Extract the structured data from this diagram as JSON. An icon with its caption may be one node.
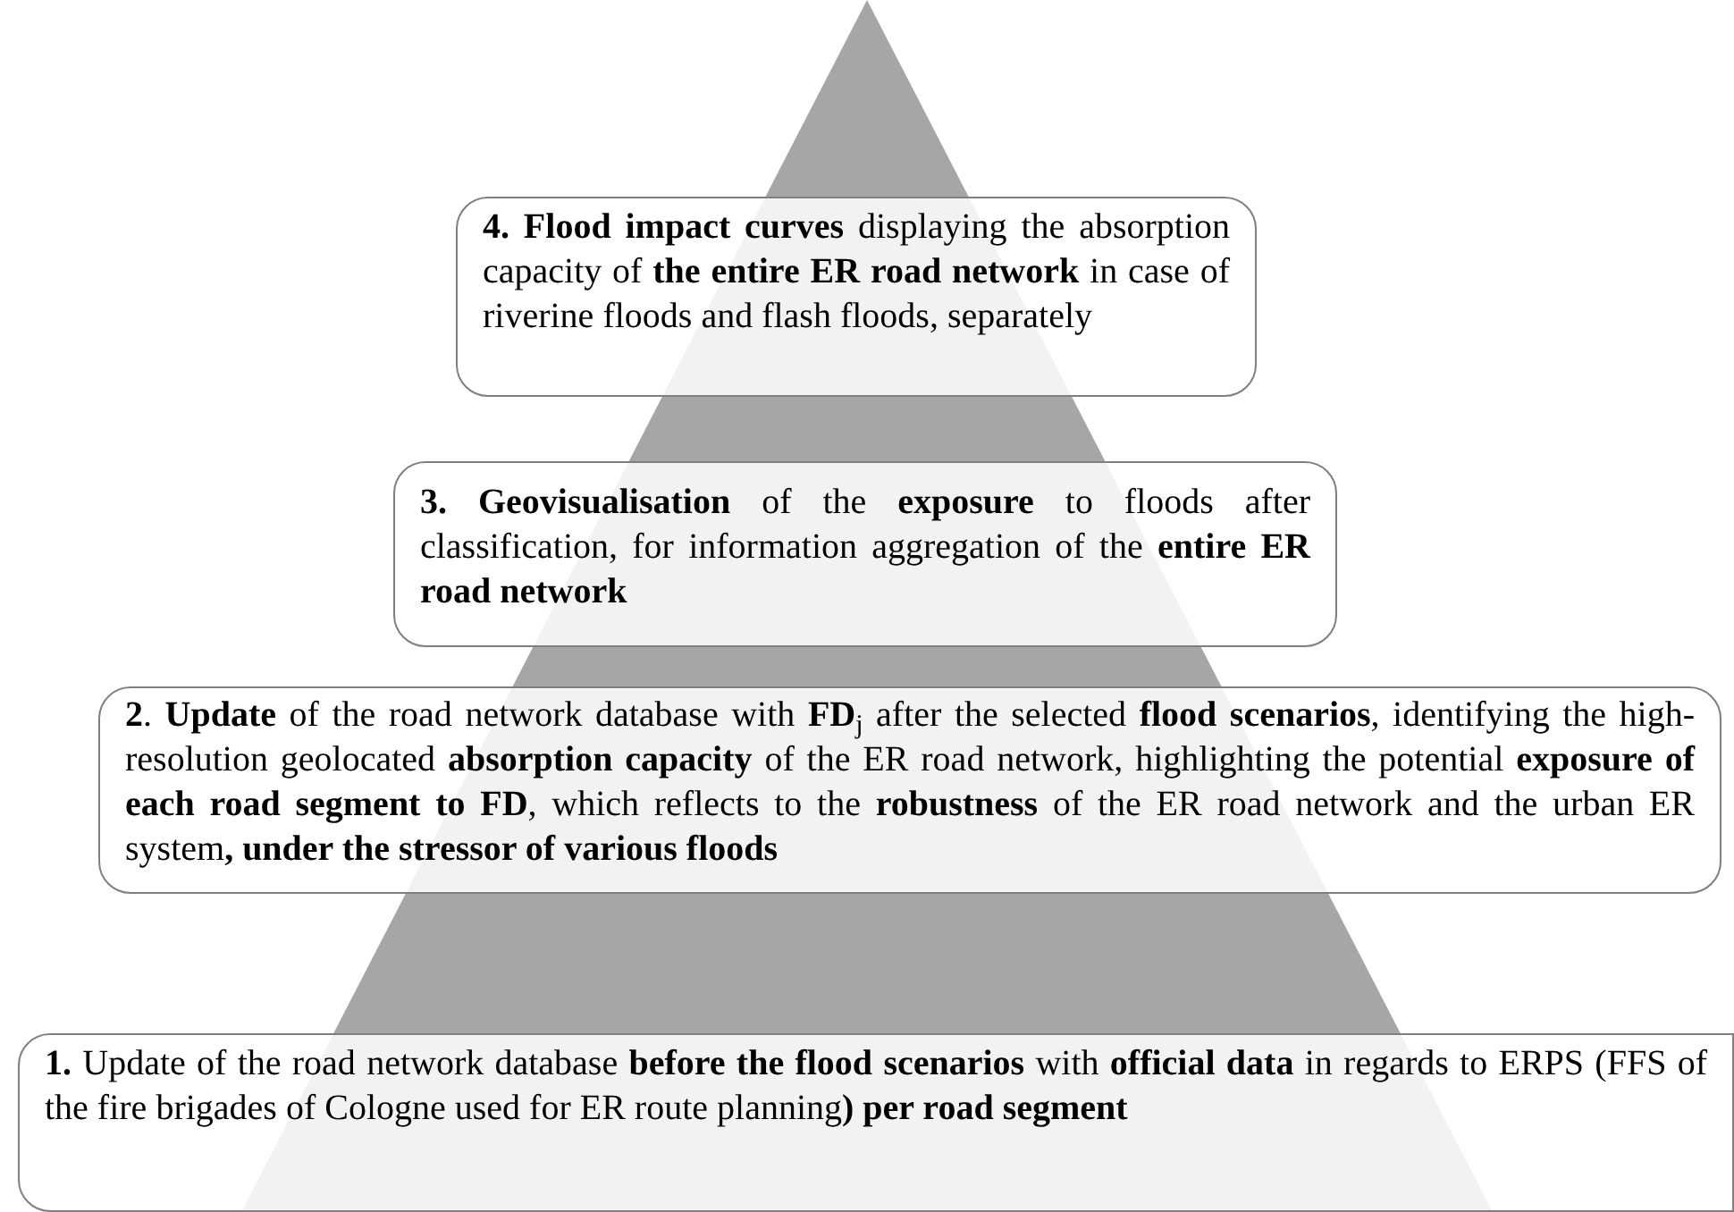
{
  "diagram": {
    "nodes": [
      {
        "text": [
          "**4. Flood impact curves** displaying the absorption capacity of **the entire ER road network** in case of riverine floods and flash floods, separately"
        ]
      },
      {
        "text": [
          "**3. Geovisualisation** of the **exposure** to floods after classification, for information aggregation of the **entire ER road network**"
        ]
      },
      {
        "text": [
          "**2**. **Update** of the road network database with **FD**$_{j}$ after the selected **flood scenarios**, identifying the high-resolution geolocated **absorption capacity** of the ER road network, highlighting the potential **exposure of each road segment to FD**, which reflects to the **robustness** of the ER road network and the urban ER system**, under the stressor of various floods**"
        ]
      },
      {
        "text": [
          "**1.** Update of the road network database **before the flood scenarios** with **official data** in regards to ERPS (FFS of the fire brigades of Cologne used for ER route planning**) per road segment**"
        ]
      }
    ]
  }
}
